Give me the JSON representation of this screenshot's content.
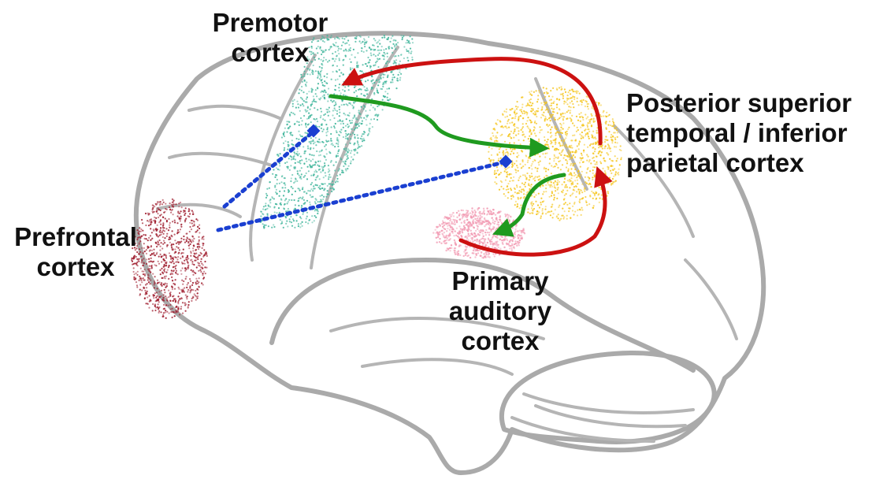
{
  "labels": {
    "premotor": [
      "Premotor",
      "cortex"
    ],
    "posterior": [
      "Posterior superior",
      "temporal / inferior",
      "parietal cortex"
    ],
    "prefrontal": [
      "Prefrontal",
      "cortex"
    ],
    "auditory": [
      "Primary",
      "auditory",
      "cortex"
    ]
  },
  "regions": {
    "premotor": "#3fb59b",
    "posterior": "#f5c51c",
    "prefrontal": "#9e1b2c",
    "auditory": "#f29bb3"
  },
  "arrows": {
    "red": "#cc1111",
    "green": "#1f9a1f",
    "blue": "#1a3fd1"
  },
  "brain": {
    "outline": "#aaaaaa",
    "sulci": "#b5b5b5"
  }
}
